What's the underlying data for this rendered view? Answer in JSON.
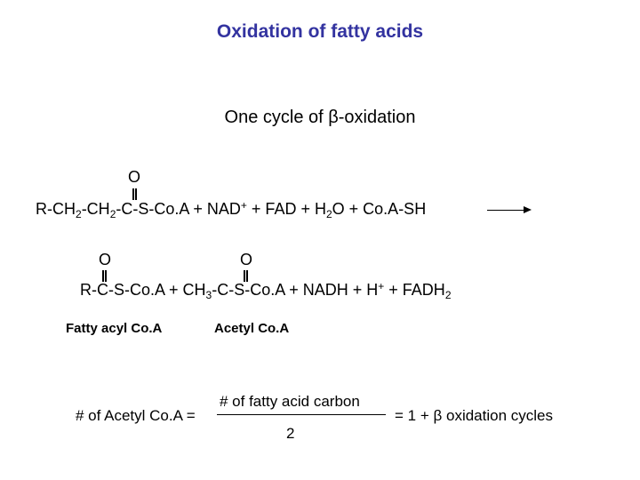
{
  "title": "Oxidation of fatty acids",
  "subtitle": {
    "text_before": "One cycle of ",
    "beta": "β",
    "text_after": "-oxidation"
  },
  "reaction": {
    "reactant_carbonyl_o": "O",
    "reactant_parts": {
      "p1": "R-CH",
      "s1": "2",
      "p2": "-CH",
      "s2": "2",
      "p3": "-C-S-Co.A + NAD",
      "sup1": "+",
      "p4": " + FAD + H",
      "s3": "2",
      "p5": "O + Co.A-SH"
    },
    "products": {
      "carbonyl_o_1": "O",
      "carbonyl_o_2": "O",
      "p1": "R-C-S-Co.A  +  CH",
      "s1": "3",
      "p2": "-C-S-Co.A + NADH + H",
      "sup1": "+",
      "p3": " + FADH",
      "s2": "2"
    },
    "labels": {
      "fatty_acyl": "Fatty acyl Co.A",
      "acetyl": "Acetyl Co.A"
    }
  },
  "formula": {
    "lhs": "# of Acetyl Co.A =",
    "numerator": "# of fatty acid carbon",
    "denominator": "2",
    "rhs_before": "= 1 + ",
    "beta": "β",
    "rhs_after": " oxidation cycles"
  }
}
